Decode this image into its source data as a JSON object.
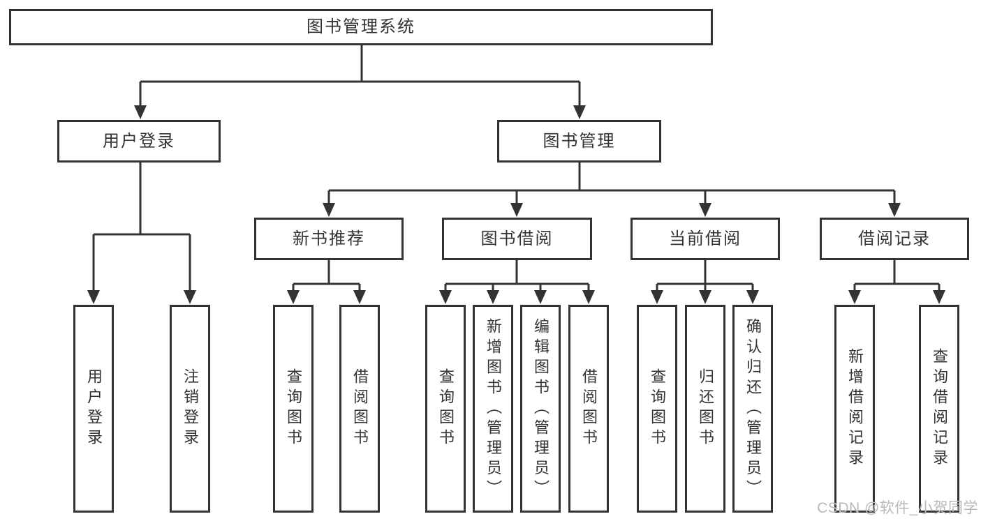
{
  "colors": {
    "line": "#333333",
    "text": "#333333",
    "watermark": "#b9b9b9",
    "background": "#ffffff"
  },
  "watermark": {
    "text": "CSDN @软件_小贺同学"
  },
  "diagram": {
    "type": "hierarchy",
    "root": {
      "label": "图书管理系统"
    },
    "branches": [
      {
        "label": "用户登录",
        "children": [
          {
            "label": "用户登录"
          },
          {
            "label": "注销登录"
          }
        ]
      },
      {
        "label": "图书管理",
        "children": [
          {
            "label": "新书推荐",
            "children": [
              {
                "label": "查询图书"
              },
              {
                "label": "借阅图书"
              }
            ]
          },
          {
            "label": "图书借阅",
            "children": [
              {
                "label": "查询图书"
              },
              {
                "label": "新增图书（管理员）"
              },
              {
                "label": "编辑图书（管理员）"
              },
              {
                "label": "借阅图书"
              }
            ]
          },
          {
            "label": "当前借阅",
            "children": [
              {
                "label": "查询图书"
              },
              {
                "label": "归还图书"
              },
              {
                "label": "确认归还（管理员）"
              }
            ]
          },
          {
            "label": "借阅记录",
            "children": [
              {
                "label": "新增借阅记录"
              },
              {
                "label": "查询借阅记录"
              }
            ]
          }
        ]
      }
    ]
  }
}
